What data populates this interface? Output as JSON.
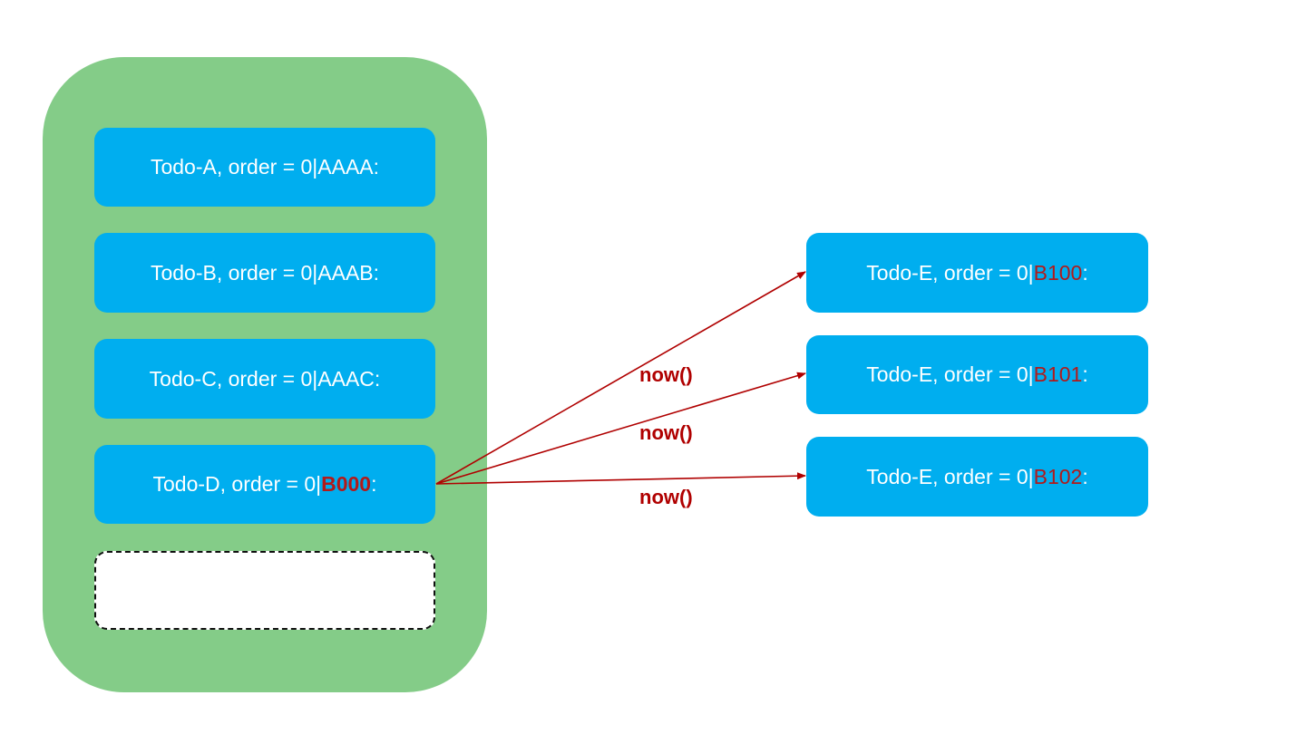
{
  "colors": {
    "column_bg": "#84cc88",
    "card_bg": "#00aeef",
    "card_text": "#ffffff",
    "highlight": "#b21a1a",
    "arrow": "#b00000",
    "label": "#b00000"
  },
  "source_column": {
    "cards": [
      {
        "prefix": "Todo-A, order = 0|",
        "highlight": "",
        "suffix": "AAAA:"
      },
      {
        "prefix": "Todo-B, order = 0|",
        "highlight": "",
        "suffix": "AAAB:"
      },
      {
        "prefix": "Todo-C, order = 0|",
        "highlight": "",
        "suffix": "AAAC:"
      },
      {
        "prefix": "Todo-D, order = 0|",
        "highlight": "B000",
        "suffix": ":"
      }
    ]
  },
  "target_cards": [
    {
      "prefix": "Todo-E, order = 0|",
      "highlight": "B100",
      "suffix": ":"
    },
    {
      "prefix": "Todo-E, order = 0|",
      "highlight": "B101",
      "suffix": ":"
    },
    {
      "prefix": "Todo-E, order = 0|",
      "highlight": "B102",
      "suffix": ":"
    }
  ],
  "arrow_labels": [
    "now()",
    "now()",
    "now()"
  ]
}
